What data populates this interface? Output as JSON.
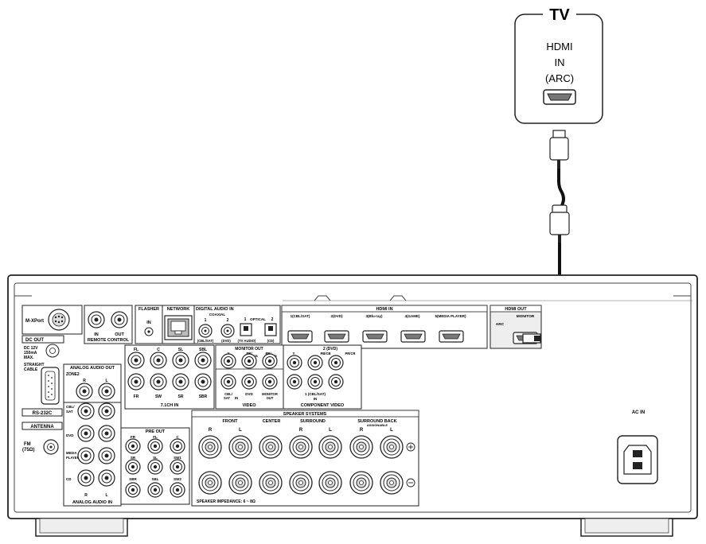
{
  "tv": {
    "title": "TV",
    "line1": "HDMI",
    "line2": "IN",
    "line3": "(ARC)"
  },
  "panel": {
    "mxport": "M-XPort",
    "remote_control": {
      "in": "IN",
      "out": "OUT",
      "title": "REMOTE CONTROL"
    },
    "flasher": {
      "title": "FLASHER",
      "in": "IN"
    },
    "network": "NETWORK",
    "digital_audio_in": {
      "title": "DIGITAL AUDIO IN",
      "coaxial": "COAXIAL",
      "optical": "OPTICAL",
      "c1": "1",
      "c2": "2",
      "o1": "1",
      "o2": "2",
      "cbl_sat": "(CBL/SAT)",
      "dvd": "(DVD)",
      "tv_audio": "(TV AUDIO)",
      "cd": "(CD)"
    },
    "hdmi_in": {
      "title": "HDMI IN",
      "ports": [
        "1(CBL/SAT)",
        "2(DVD)",
        "3(Blu-ray)",
        "4(GAME)",
        "5(MEDIA PLAYER)"
      ]
    },
    "hdmi_out": {
      "title": "HDMI OUT",
      "monitor": "MONITOR",
      "arc": "ARC"
    },
    "dc_out": {
      "title": "DC OUT",
      "spec1": "DC 12V",
      "spec2": "150mA",
      "spec3": "MAX."
    },
    "straight_cable": [
      "STRAIGHT",
      "CABLE"
    ],
    "rs232c": "RS-232C",
    "antenna": {
      "title": "ANTENNA",
      "fm1": "FM",
      "fm2": "(75Ω)"
    },
    "analog_audio_out": {
      "title": "ANALOG AUDIO OUT",
      "zone2": "ZONE2",
      "r": "R",
      "l": "L"
    },
    "analog_audio_in": {
      "title": "ANALOG AUDIO IN",
      "cbl_sat": [
        "CBL/",
        "SAT"
      ],
      "dvd": "DVD",
      "media_player": [
        "MEDIA",
        "PLAYER"
      ],
      "cd": "CD",
      "r": "R",
      "l": "L"
    },
    "ch71_in": {
      "title": "7.1CH IN",
      "top": [
        "FL",
        "C",
        "SL",
        "SBL"
      ],
      "bottom": [
        "FR",
        "SW",
        "SR",
        "SBR"
      ]
    },
    "pre_out": {
      "title": "PRE OUT",
      "row1": [
        "FR",
        "FL",
        "C"
      ],
      "row2": [
        "SR",
        "SL",
        "SW1"
      ],
      "row3": [
        "SBR",
        "SBL",
        "SW2"
      ]
    },
    "video": {
      "title": "VIDEO",
      "monitor_out_top": "MONITOR  OUT",
      "y": "Y",
      "pb": "PB/",
      "cb": "CB",
      "pr": "PR/",
      "cr": "CR",
      "cbl_sat": [
        "CBL/",
        "SAT"
      ],
      "in": "IN",
      "dvd": "DVD",
      "monitor": "MONITOR",
      "out": "OUT"
    },
    "component_video": {
      "title": "COMPONENT VIDEO",
      "dvd2": "2 (DVD)",
      "y": "Y",
      "pbcb": "PB/CB",
      "prcr": "PR/CR",
      "cbl_sat1": "1 (CBL/SAT)",
      "in": "IN"
    },
    "speaker_systems": {
      "title": "SPEAKER SYSTEMS",
      "front": "FRONT",
      "center": "CENTER",
      "surround": "SURROUND",
      "surround_back": "SURROUND BACK",
      "assignable": "ASSIGNABLE",
      "r": "R",
      "l": "L",
      "impedance": "SPEAKER IMPEDANCE: 6 ~ 8Ω"
    },
    "ac_in": "AC IN"
  }
}
